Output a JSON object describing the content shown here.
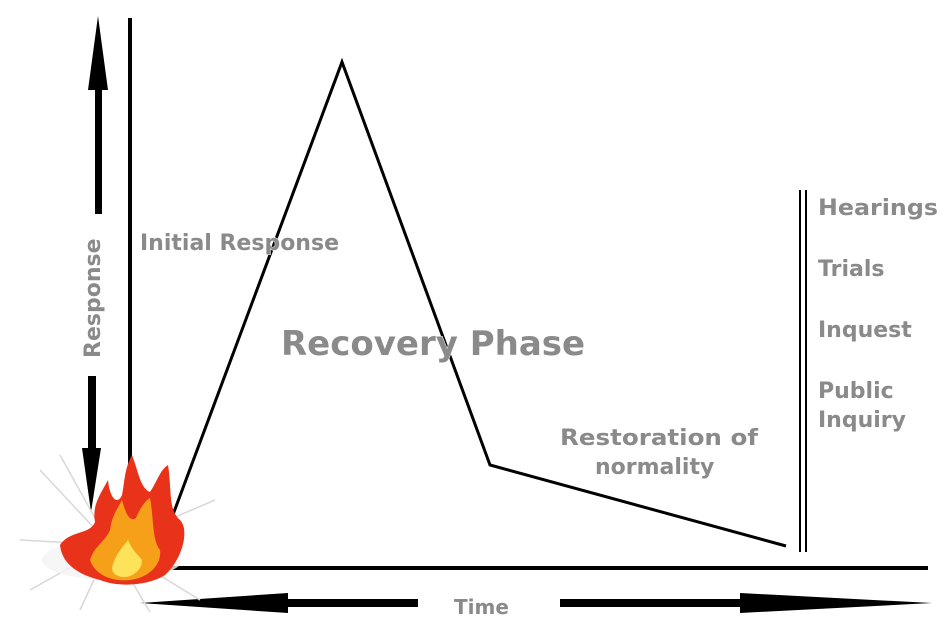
{
  "diagram": {
    "axis_labels": {
      "y": "Response",
      "x": "Time"
    },
    "curve_labels": {
      "initial": "Initial Response",
      "recovery": "Recovery Phase",
      "restoration_line1": "Restoration of",
      "restoration_line2": "normality"
    },
    "post_event_items": [
      "Hearings",
      "Trials",
      "Inquest",
      "Public",
      "Inquiry"
    ],
    "colors": {
      "label_gray": "#8a8a8a",
      "line": "#000000",
      "flame_outer": "#e8331a",
      "flame_inner": "#f6a01a"
    },
    "icons": {
      "incident": "fire-icon"
    }
  }
}
